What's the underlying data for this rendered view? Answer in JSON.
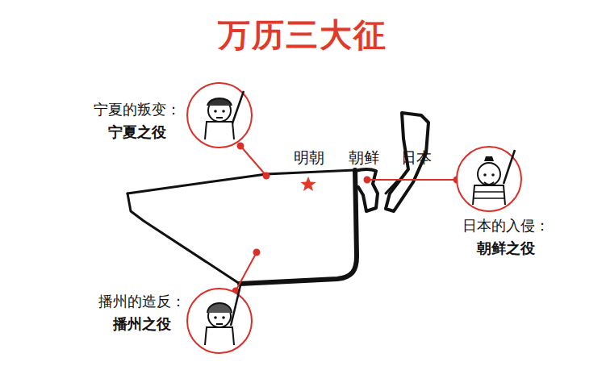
{
  "diagram": {
    "title": "万历三大征",
    "labels": [
      "宁夏的叛变：",
      "宁夏之役",
      "明朝",
      "朝鲜",
      "日本",
      "日本的入侵：",
      "朝鲜之役",
      "播州的造反：",
      "播州之役"
    ]
  }
}
